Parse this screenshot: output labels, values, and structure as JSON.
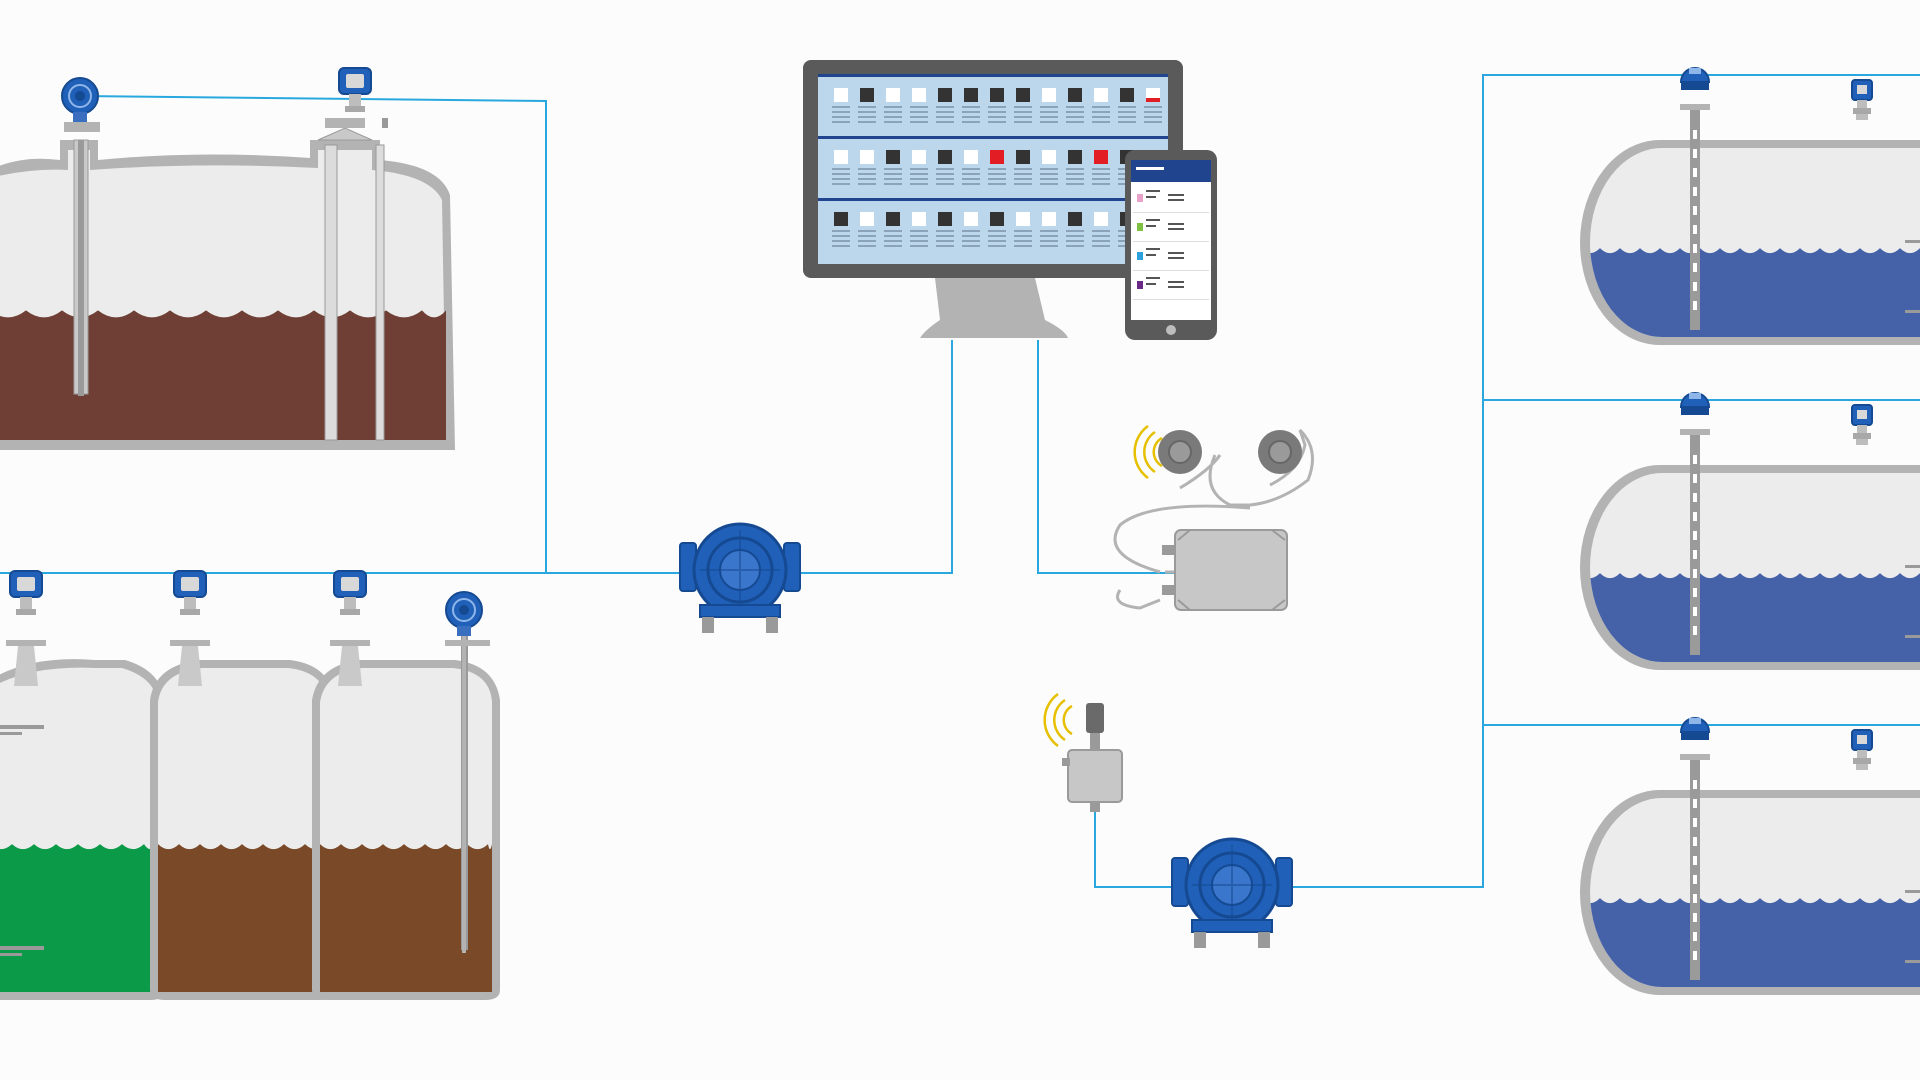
{
  "colors": {
    "background": "#fcfcfc",
    "wire": "#29a8df",
    "tank_shell": "#b3b3b3",
    "tank_inner": "#ececec",
    "device_blue": "#2060b8",
    "device_blue_dark": "#154a92",
    "crude_brown": "#6f3f35",
    "green_liquid": "#0a9a48",
    "brown_liquid": "#7a4a28",
    "blue_liquid": "#4562a8",
    "monitor_frame": "#5a5a5a",
    "screen_bg": "#bcd7ec",
    "status_red": "#e31d24",
    "status_dark": "#333333",
    "wireless_waves": "#e6c000",
    "gateway_grey": "#bdbdbd"
  },
  "icons": [
    "radar-transmitter-icon",
    "guided-wave-radar-icon",
    "field-communicator-hub-icon",
    "wireless-gateway-icon",
    "wireless-adapter-icon",
    "monitor-icon",
    "smartphone-icon",
    "wireless-signal-icon"
  ],
  "levels": {
    "crude_tank": 0.48,
    "vessel_green": 0.51,
    "vessel_brown_1": 0.51,
    "vessel_brown_2": 0.51,
    "horizontal_tank_1": 0.47,
    "horizontal_tank_2": 0.47,
    "horizontal_tank_3": 0.47
  }
}
